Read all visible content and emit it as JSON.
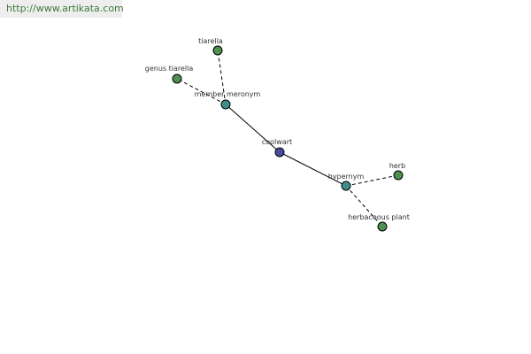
{
  "watermark": "http://www.artikata.com",
  "colors": {
    "leaf": "#4f8f4f",
    "relation": "#3f8f8f",
    "center": "#4a4aa0",
    "edge": "#000000"
  },
  "nodes": [
    {
      "id": "coolwart",
      "label": "coolwart",
      "kind": "center"
    },
    {
      "id": "member-meronym",
      "label": "member meronym",
      "kind": "relation"
    },
    {
      "id": "hypernym",
      "label": "hypernym",
      "kind": "relation"
    },
    {
      "id": "tiarella",
      "label": "tiarella",
      "kind": "leaf"
    },
    {
      "id": "genus-tiarella",
      "label": "genus tiarella",
      "kind": "leaf"
    },
    {
      "id": "herb",
      "label": "herb",
      "kind": "leaf"
    },
    {
      "id": "herbaceous-plant",
      "label": "herbaceous plant",
      "kind": "leaf"
    }
  ],
  "edges": [
    {
      "from": "coolwart",
      "to": "member-meronym",
      "style": "solid"
    },
    {
      "from": "coolwart",
      "to": "hypernym",
      "style": "solid"
    },
    {
      "from": "member-meronym",
      "to": "tiarella",
      "style": "dashed"
    },
    {
      "from": "member-meronym",
      "to": "genus-tiarella",
      "style": "dashed"
    },
    {
      "from": "hypernym",
      "to": "herb",
      "style": "dashed"
    },
    {
      "from": "hypernym",
      "to": "herbaceous-plant",
      "style": "dashed"
    }
  ]
}
